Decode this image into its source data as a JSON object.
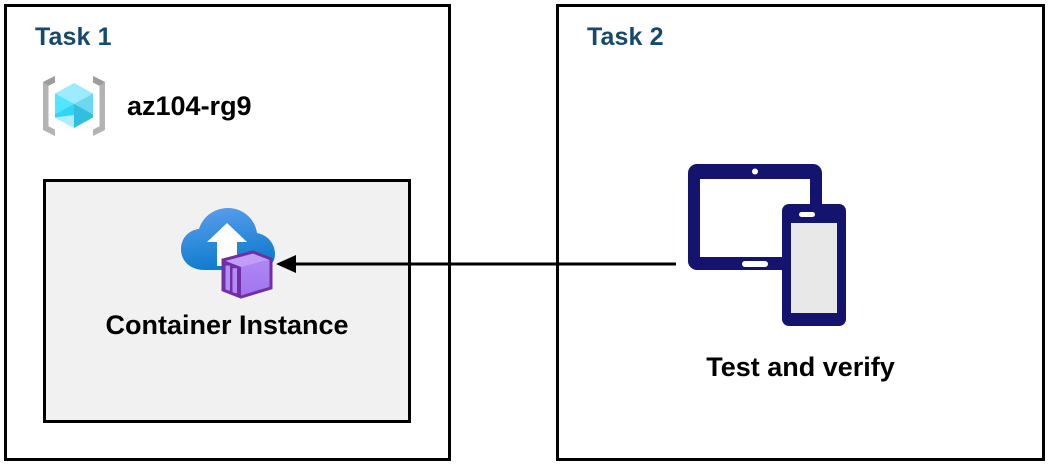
{
  "diagram": {
    "type": "architecture-diagram",
    "background_color": "#ffffff",
    "panels": [
      {
        "id": "task1",
        "title": "Task 1",
        "title_color": "#15496e",
        "border_color": "#000000",
        "resource_group": {
          "icon": "azure-resource-group-icon",
          "label": "az104-rg9",
          "icon_bracket_color": "#a3a3a3",
          "icon_cube_color": "#50e6ff"
        },
        "resource": {
          "icon": "azure-container-instance-icon",
          "label": "Container Instance",
          "box_fill": "#f1f1f1",
          "box_border": "#000000",
          "icon_cloud_color": "#1988d9",
          "icon_container_color": "#a67af4"
        }
      },
      {
        "id": "task2",
        "title": "Task 2",
        "title_color": "#15496e",
        "border_color": "#000000",
        "resource": {
          "icon": "devices-tablet-phone-icon",
          "label": "Test and verify",
          "icon_color": "#14146e",
          "phone_screen_fill": "#e8e8e8"
        }
      }
    ],
    "connector": {
      "name": "arrow-task2-to-task1",
      "direction": "right-to-left",
      "color": "#000000",
      "from": "Test and verify",
      "to": "Container Instance"
    }
  }
}
